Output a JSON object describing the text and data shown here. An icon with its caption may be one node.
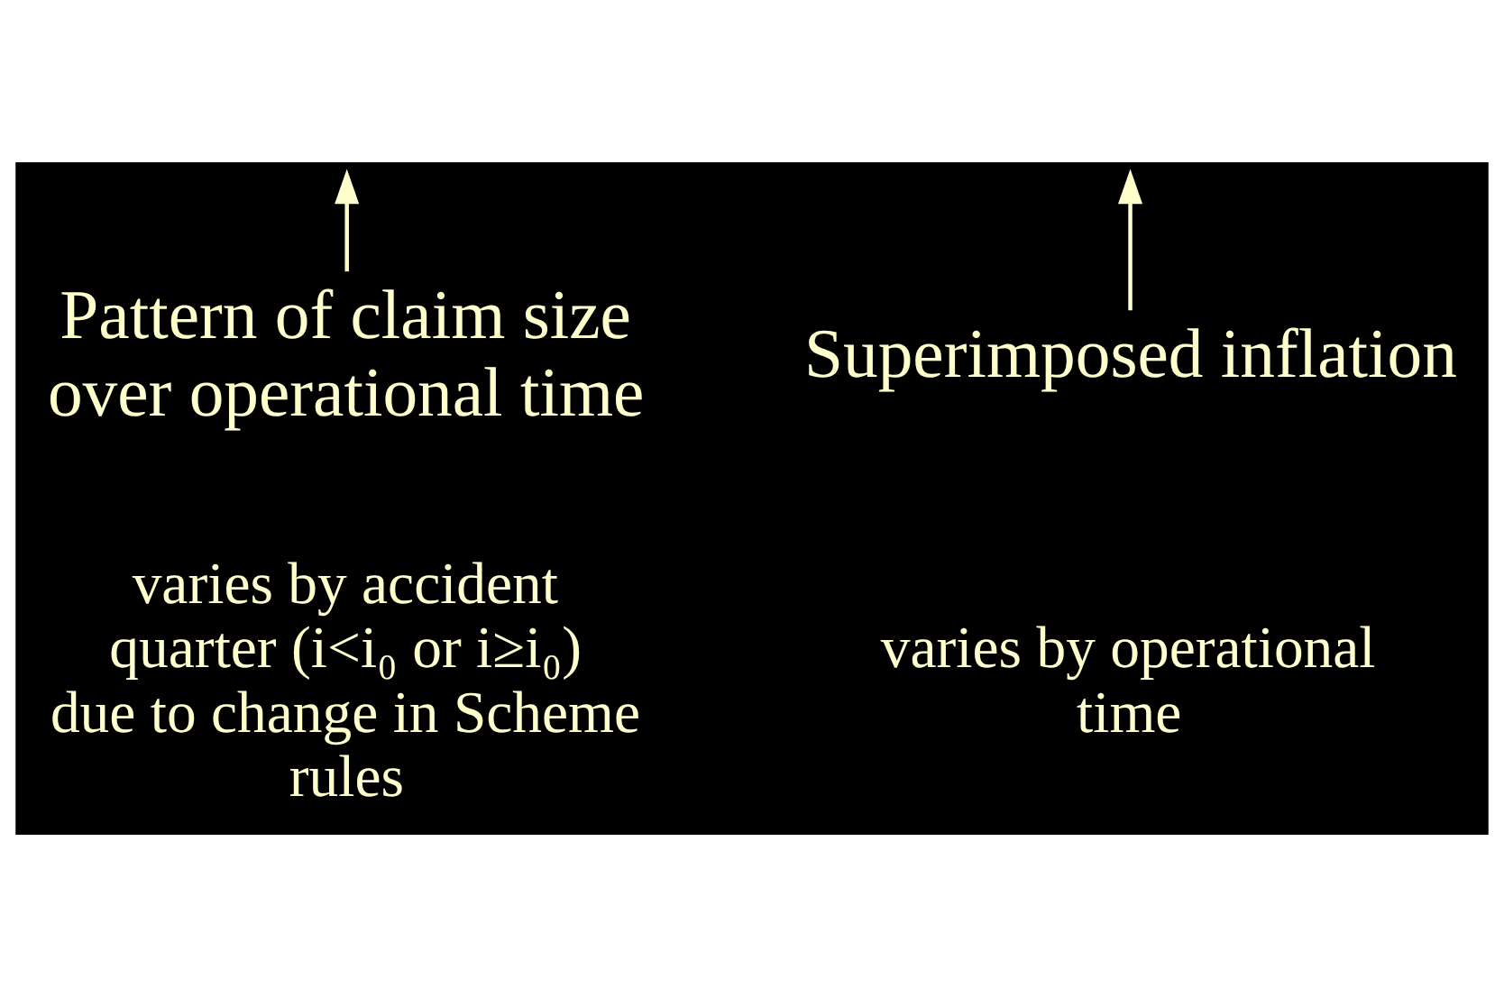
{
  "diagram": {
    "nodes": [
      {
        "text": [
          "Pattern of claim size over operational time"
        ]
      },
      {
        "text": [
          "Superimposed inflation"
        ]
      }
    ],
    "edges": [
      {
        "from": 0,
        "to": null,
        "arrow": "to"
      },
      {
        "from": 1,
        "to": null,
        "arrow": "to"
      }
    ],
    "labels": [
      "varies by accident quarter (i<i₀ or i≥i₀) due to change in Scheme rules",
      "varies by operational time"
    ]
  }
}
